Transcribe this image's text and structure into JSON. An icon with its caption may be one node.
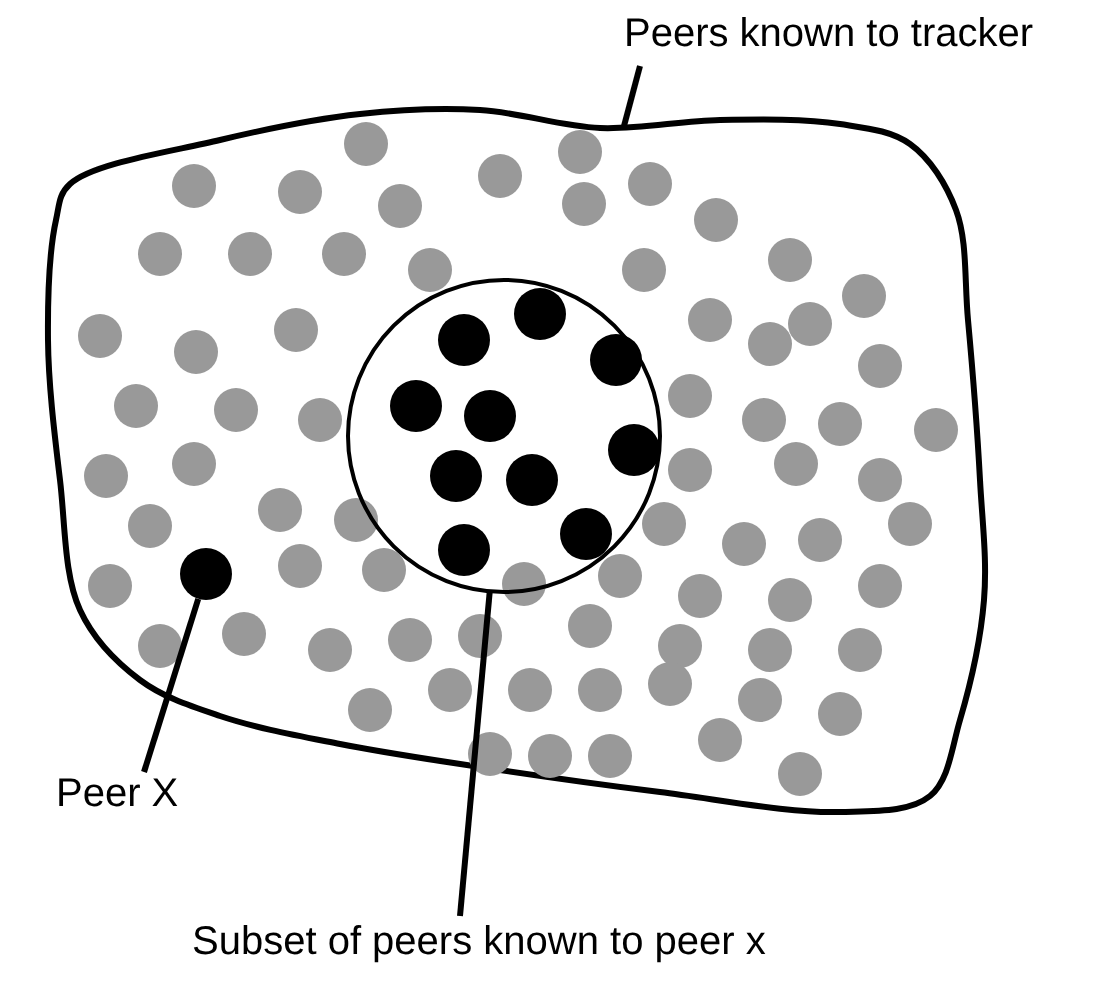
{
  "diagram": {
    "nodes": [
      {
        "text": [
          "Peers known to tracker"
        ]
      },
      {
        "text": [],
        "shape": "cloud"
      },
      {
        "text": [],
        "shape": "circle",
        "in": 1
      },
      {
        "text": [
          "Peer X"
        ]
      },
      {
        "text": [],
        "shape": "circle",
        "in": 1
      },
      {
        "text": [
          "Subset of peers known to peer x"
        ]
      }
    ],
    "edges": [
      {
        "from": 0,
        "to": 1,
        "arrow": "none"
      },
      {
        "from": 3,
        "to": 4,
        "arrow": "none"
      },
      {
        "from": 5,
        "to": 2,
        "arrow": "none"
      }
    ]
  }
}
